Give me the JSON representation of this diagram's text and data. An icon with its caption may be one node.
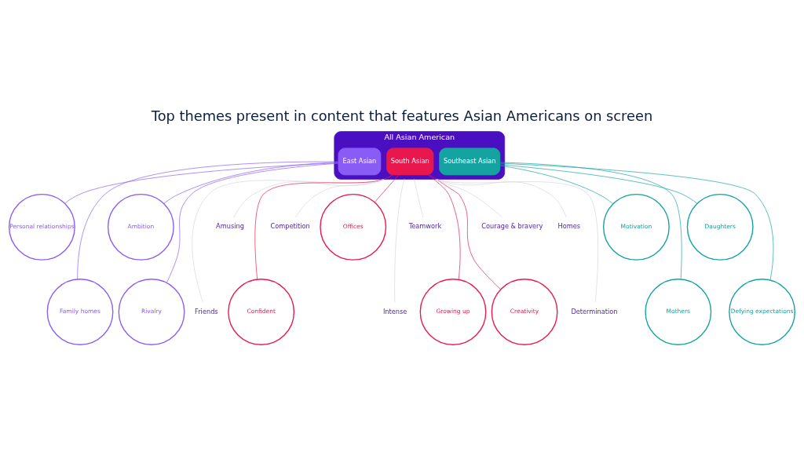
{
  "diagram": {
    "title": "Top themes present in content that features Asian Americans on screen",
    "nodes": [
      {
        "text": [
          "All Asian American"
        ]
      },
      {
        "text": [
          "East Asian"
        ],
        "in": 0
      },
      {
        "text": [
          "South Asian"
        ],
        "in": 0
      },
      {
        "text": [
          "Southeast Asian"
        ],
        "in": 0
      },
      {
        "text": [
          "Personal relationships"
        ]
      },
      {
        "text": [
          "Friends"
        ]
      },
      {
        "text": [
          "Amusing"
        ]
      },
      {
        "text": [
          "Confident"
        ]
      },
      {
        "text": [
          "Competition"
        ]
      },
      {
        "text": [
          "Family homes"
        ]
      },
      {
        "text": [
          "Offices"
        ]
      },
      {
        "text": [
          "Intense"
        ]
      },
      {
        "text": [
          "Teamwork"
        ]
      },
      {
        "text": [
          "Growing up"
        ]
      },
      {
        "text": [
          "Ambition"
        ]
      },
      {
        "text": [
          "Creativity"
        ]
      },
      {
        "text": [
          "Courage & bravery"
        ]
      },
      {
        "text": [
          "Rivalry"
        ]
      },
      {
        "text": [
          "Motivation"
        ]
      },
      {
        "text": [
          "Mothers"
        ]
      },
      {
        "text": [
          "Daughters"
        ]
      },
      {
        "text": [
          "Defying expectations"
        ]
      },
      {
        "text": [
          "Homes"
        ]
      },
      {
        "text": [
          "Determination"
        ]
      }
    ],
    "edges": [
      {
        "from": 1,
        "to": 4,
        "arrow": "none",
        "color": "#8a5cf6"
      },
      {
        "from": 0,
        "to": 5,
        "arrow": "none",
        "color": "#d6d6dc"
      },
      {
        "from": 0,
        "to": 6,
        "arrow": "none",
        "color": "#d6d6dc"
      },
      {
        "from": 2,
        "to": 7,
        "arrow": "none",
        "color": "#e8174d"
      },
      {
        "from": 0,
        "to": 8,
        "arrow": "none",
        "color": "#d6d6dc"
      },
      {
        "from": 1,
        "to": 9,
        "arrow": "none",
        "color": "#8a5cf6"
      },
      {
        "from": 2,
        "to": 10,
        "arrow": "none",
        "color": "#e8174d"
      },
      {
        "from": 0,
        "to": 11,
        "arrow": "none",
        "color": "#d6d6dc"
      },
      {
        "from": 0,
        "to": 12,
        "arrow": "none",
        "color": "#d6d6dc"
      },
      {
        "from": 2,
        "to": 13,
        "arrow": "none",
        "color": "#e8174d"
      },
      {
        "from": 1,
        "to": 14,
        "arrow": "none",
        "color": "#8a5cf6"
      },
      {
        "from": 2,
        "to": 15,
        "arrow": "none",
        "color": "#e8174d"
      },
      {
        "from": 0,
        "to": 16,
        "arrow": "none",
        "color": "#d6d6dc"
      },
      {
        "from": 1,
        "to": 17,
        "arrow": "none",
        "color": "#8a5cf6"
      },
      {
        "from": 3,
        "to": 18,
        "arrow": "none",
        "color": "#14a3a0"
      },
      {
        "from": 3,
        "to": 19,
        "arrow": "none",
        "color": "#14a3a0"
      },
      {
        "from": 3,
        "to": 20,
        "arrow": "none",
        "color": "#14a3a0"
      },
      {
        "from": 3,
        "to": 21,
        "arrow": "none",
        "color": "#14a3a0"
      },
      {
        "from": 0,
        "to": 22,
        "arrow": "none",
        "color": "#d6d6dc"
      },
      {
        "from": 0,
        "to": 23,
        "arrow": "none",
        "color": "#d6d6dc"
      }
    ]
  }
}
